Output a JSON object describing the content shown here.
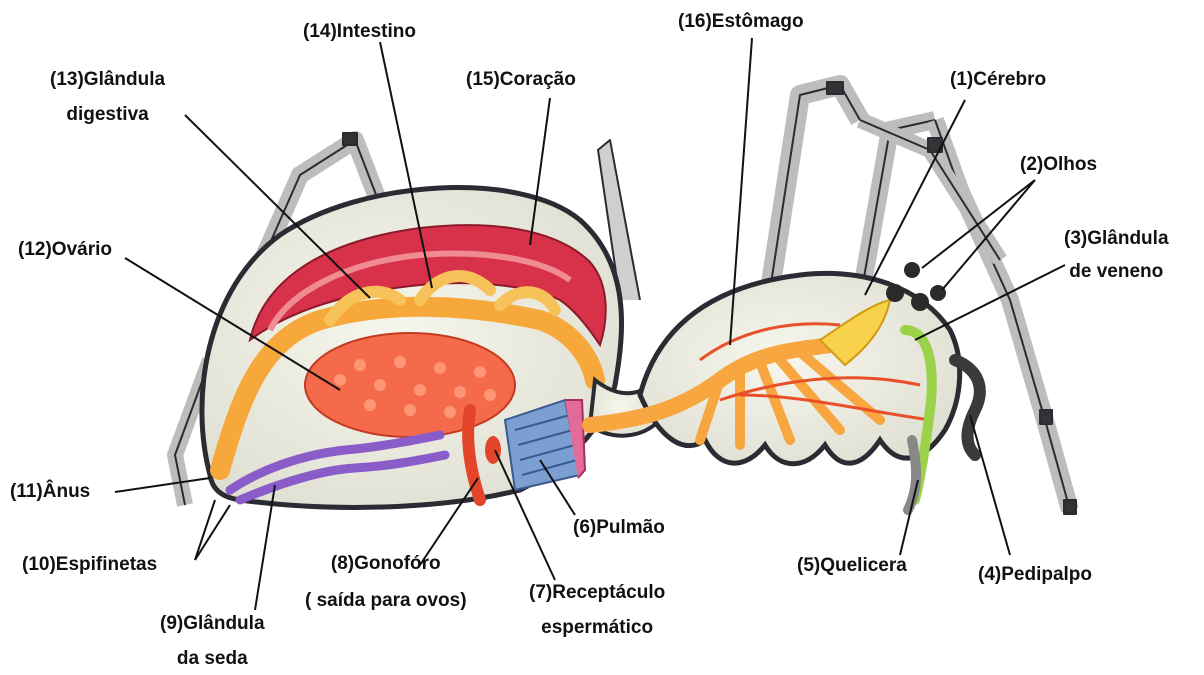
{
  "labels": {
    "l1": {
      "lines": [
        "(1)Cérebro"
      ]
    },
    "l2": {
      "lines": [
        "(2)Olhos"
      ]
    },
    "l3": {
      "lines": [
        "(3)Glândula",
        "de veneno"
      ]
    },
    "l4": {
      "lines": [
        "(4)Pedipalpo"
      ]
    },
    "l5": {
      "lines": [
        "(5)Quelicera"
      ]
    },
    "l6": {
      "lines": [
        "(6)Pulmão"
      ]
    },
    "l7": {
      "lines": [
        "(7)Receptáculo",
        "espermático"
      ]
    },
    "l8": {
      "lines": [
        "(8)Gonofóro",
        "( saída para ovos)"
      ]
    },
    "l9": {
      "lines": [
        "(9)Glândula",
        "da seda"
      ]
    },
    "l10": {
      "lines": [
        "(10)Espifinetas"
      ]
    },
    "l11": {
      "lines": [
        "(11)Ânus"
      ]
    },
    "l12": {
      "lines": [
        "(12)Ovário"
      ]
    },
    "l13": {
      "lines": [
        "(13)Glândula",
        "digestiva"
      ]
    },
    "l14": {
      "lines": [
        "(14)Intestino"
      ]
    },
    "l15": {
      "lines": [
        "(15)Coração"
      ]
    },
    "l16": {
      "lines": [
        "(16)Estômago"
      ]
    }
  },
  "colors": {
    "outline": "#2b2b33",
    "body_fill": "#efefe6",
    "leg": "#c9c9c9",
    "heart": "#d8324a",
    "heart_light": "#f08a93",
    "intestine": "#f6a93a",
    "ovary": "#f25a3a",
    "silk_gland": "#8a5cc9",
    "lung": "#7a9fd0",
    "stomach": "#f7a640",
    "venom": "#f7d24a",
    "chelicera_gland": "#9bd24a",
    "leader": "#111111"
  }
}
